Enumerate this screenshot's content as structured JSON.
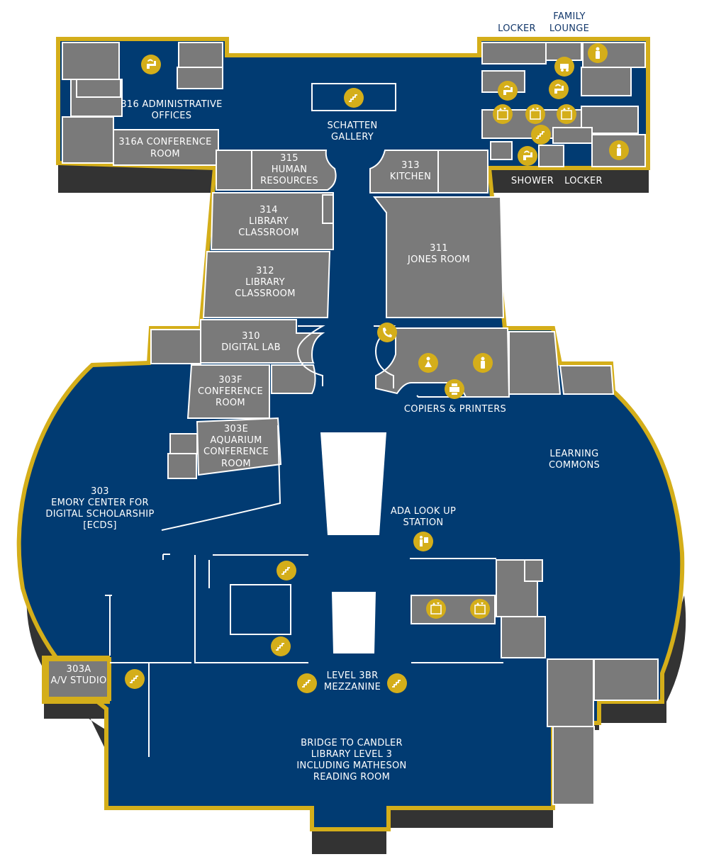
{
  "map": {
    "colors": {
      "floor": "#013b72",
      "outline": "#d4ae1a",
      "room": "#7a7a7a",
      "shadow": "#333333",
      "icon": "#d4ae1a",
      "exterior_label": "#13386b"
    },
    "labels": {
      "locker_top": "LOCKER",
      "family_lounge_1": "FAMILY",
      "family_lounge_2": "LOUNGE",
      "admin_1": "316 ADMINISTRATIVE",
      "admin_2": "OFFICES",
      "conf316a_1": "316A CONFERENCE",
      "conf316a_2": "ROOM",
      "schatten_1": "SCHATTEN",
      "schatten_2": "GALLERY",
      "hr_1": "315",
      "hr_2": "HUMAN",
      "hr_3": "RESOURCES",
      "kitchen_1": "313",
      "kitchen_2": "KITCHEN",
      "shower": "SHOWER",
      "locker_bottom": "LOCKER",
      "r314_1": "314",
      "r314_2": "LIBRARY",
      "r314_3": "CLASSROOM",
      "r311_1": "311",
      "r311_2": "JONES ROOM",
      "r312_1": "312",
      "r312_2": "LIBRARY",
      "r312_3": "CLASSROOM",
      "r310_1": "310",
      "r310_2": "DIGITAL LAB",
      "r303f_1": "303F",
      "r303f_2": "CONFERENCE",
      "r303f_3": "ROOM",
      "copiers": "COPIERS & PRINTERS",
      "r303e_1": "303E",
      "r303e_2": "AQUARIUM",
      "r303e_3": "CONFERENCE",
      "r303e_4": "ROOM",
      "learning_1": "LEARNING",
      "learning_2": "COMMONS",
      "ecds_1": "303",
      "ecds_2": "EMORY CENTER FOR",
      "ecds_3": "DIGITAL SCHOLARSHIP",
      "ecds_4": "[ECDS]",
      "ada_1": "ADA LOOK UP",
      "ada_2": "STATION",
      "r303a_1": "303A",
      "r303a_2": "A/V STUDIO",
      "mezz_1": "LEVEL 3BR",
      "mezz_2": "MEZZANINE",
      "bridge_1": "BRIDGE TO CANDLER",
      "bridge_2": "LIBRARY LEVEL 3",
      "bridge_3": "INCLUDING MATHESON",
      "bridge_4": "READING ROOM"
    },
    "icons": {
      "water": "water-fountain-icon",
      "stairs": "stairs-icon",
      "elevator": "elevator-icon",
      "restroom": "restroom-icon",
      "family": "family-restroom-icon",
      "phone": "phone-icon",
      "printer": "printer-icon",
      "ada": "ada-station-icon"
    }
  }
}
